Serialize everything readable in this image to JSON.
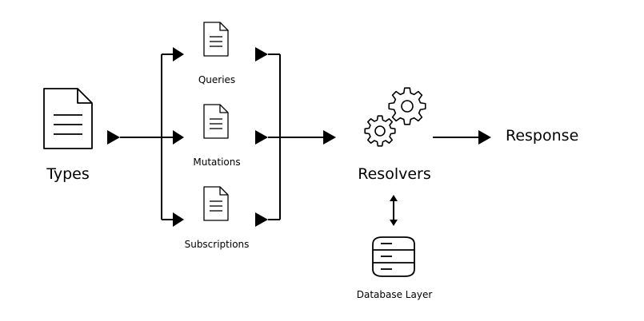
{
  "labels": {
    "types": "Types",
    "queries": "Queries",
    "mutations": "Mutations",
    "subscriptions": "Subscriptions",
    "resolvers": "Resolvers",
    "response": "Response",
    "database": "Database Layer"
  },
  "icons": {
    "types": "document-icon",
    "queries": "document-icon",
    "mutations": "document-icon",
    "subscriptions": "document-icon",
    "resolvers": "gears-icon",
    "database": "database-icon"
  },
  "colors": {
    "stroke": "#000000",
    "background": "#ffffff"
  }
}
